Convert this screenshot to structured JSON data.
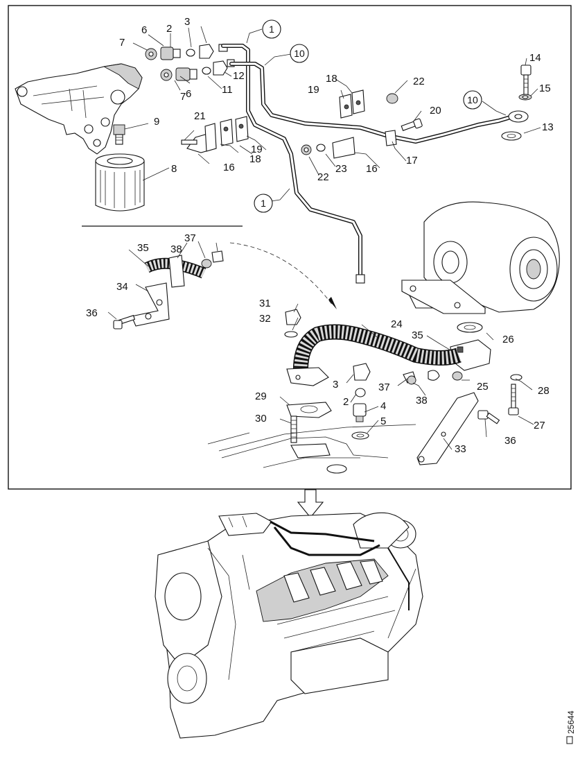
{
  "callouts": [
    "1",
    "1",
    "2",
    "2",
    "3",
    "3",
    "4",
    "5",
    "6",
    "6",
    "7",
    "7",
    "8",
    "9",
    "10",
    "10",
    "11",
    "12",
    "13",
    "14",
    "15",
    "16",
    "16",
    "17",
    "18",
    "18",
    "19",
    "19",
    "20",
    "21",
    "22",
    "22",
    "23",
    "24",
    "25",
    "26",
    "27",
    "28",
    "29",
    "30",
    "31",
    "32",
    "33",
    "34",
    "35",
    "35",
    "36",
    "36",
    "37",
    "37",
    "38",
    "38"
  ],
  "reference_number": "25644"
}
